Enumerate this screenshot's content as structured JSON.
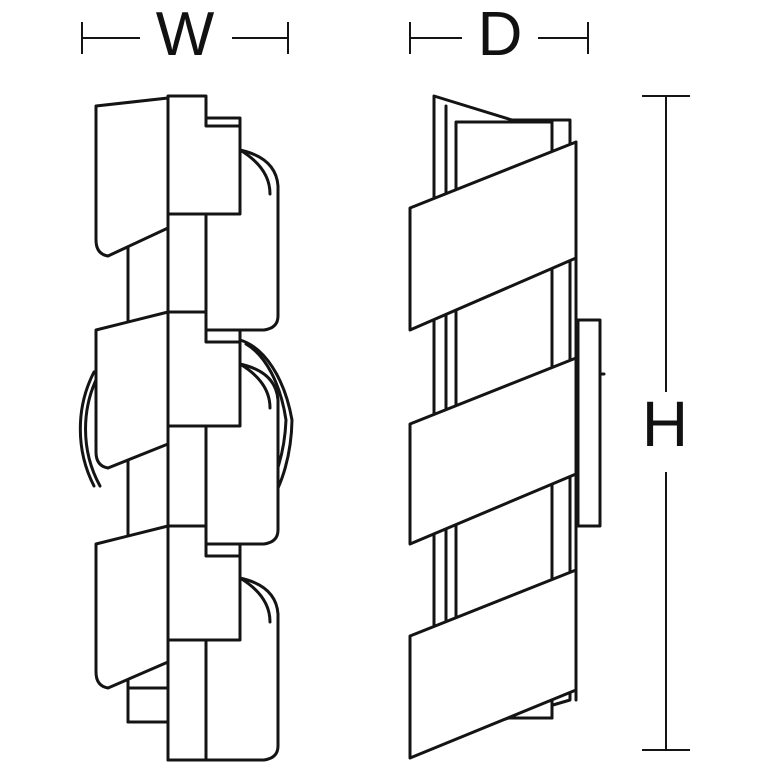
{
  "dimensions": {
    "width_label": "W",
    "depth_label": "D",
    "height_label": "H"
  },
  "colors": {
    "line": "#141414",
    "background": "#ffffff"
  }
}
